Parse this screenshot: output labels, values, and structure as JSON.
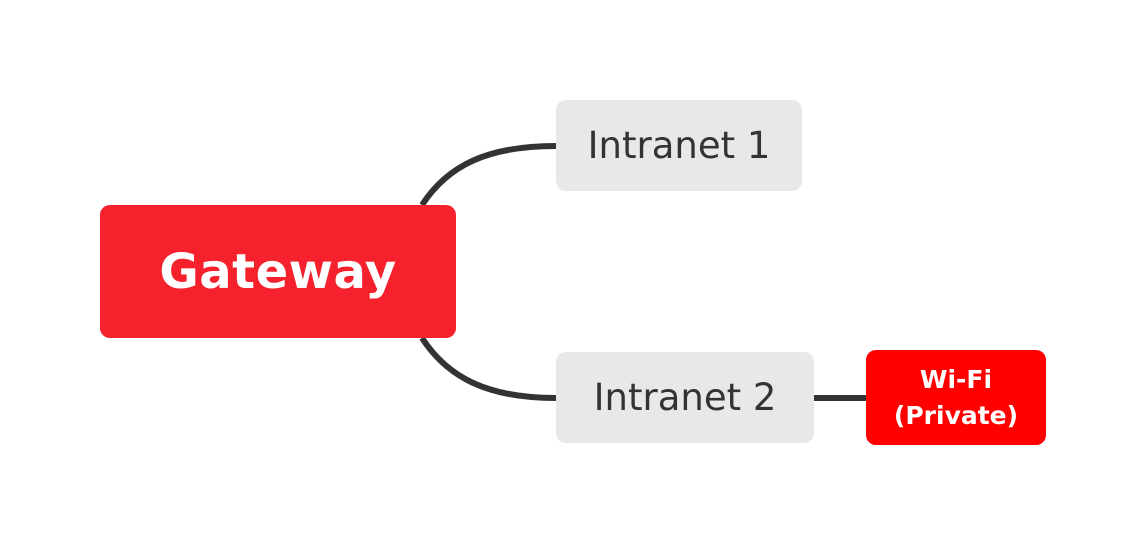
{
  "diagram": {
    "type": "mind-map",
    "colors": {
      "root_fill": "#f5222d",
      "child_fill": "#e8e8e8",
      "accent_fill": "#ff0000",
      "connector": "#333333",
      "child_text": "#333333",
      "light_text": "#ffffff"
    },
    "root": {
      "label": "Gateway"
    },
    "children": [
      {
        "label": "Intranet 1"
      },
      {
        "label": "Intranet 2",
        "children": [
          {
            "line1": "Wi-Fi",
            "line2": "(Private)"
          }
        ]
      }
    ]
  }
}
